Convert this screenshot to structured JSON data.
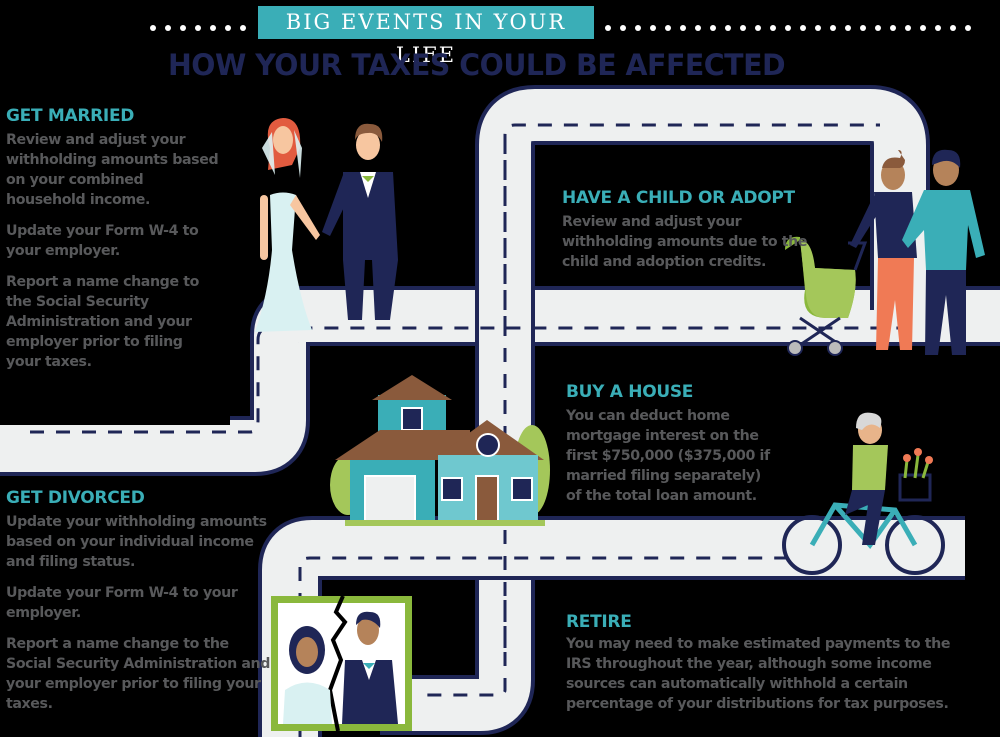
{
  "header": {
    "banner": "BIG EVENTS IN YOUR LIFE",
    "title": "HOW YOUR TAXES COULD BE AFFECTED"
  },
  "colors": {
    "accent_teal": "#3aaeb7",
    "navy": "#1f2656",
    "body_text": "#58595b",
    "road": "#eef0f0",
    "background": "#000000"
  },
  "sections": {
    "married": {
      "title": "GET MARRIED",
      "paragraphs": [
        "Review and adjust your withholding amounts based on your combined household income.",
        "Update your Form W-4 to your employer.",
        "Report a name change to the Social Security Administration and your employer prior to filing your taxes."
      ],
      "illustration": "wedding-couple-icon"
    },
    "child": {
      "title": "HAVE A CHILD OR ADOPT",
      "paragraphs": [
        "Review and adjust your withholding amounts due to the child and adoption credits."
      ],
      "illustration": "family-stroller-icon"
    },
    "house": {
      "title": "BUY A HOUSE",
      "paragraphs": [
        "You can deduct home mortgage interest on the first $750,000 ($375,000 if married filing separately) of the total loan amount."
      ],
      "illustration": "house-icon"
    },
    "divorced": {
      "title": "GET DIVORCED",
      "paragraphs": [
        "Update your withholding amounts based on your individual income and filing status.",
        "Update your Form W-4 to your employer.",
        "Report a name change to the Social Security Administration and your employer prior to filing your taxes."
      ],
      "illustration": "torn-wedding-photo-icon"
    },
    "retire": {
      "title": "RETIRE",
      "paragraphs": [
        "You may need to make estimated payments to the IRS throughout the year, although some income sources can automatically withhold a certain percentage of your distributions for tax purposes."
      ],
      "illustration": "retiree-bicycle-icon"
    }
  }
}
